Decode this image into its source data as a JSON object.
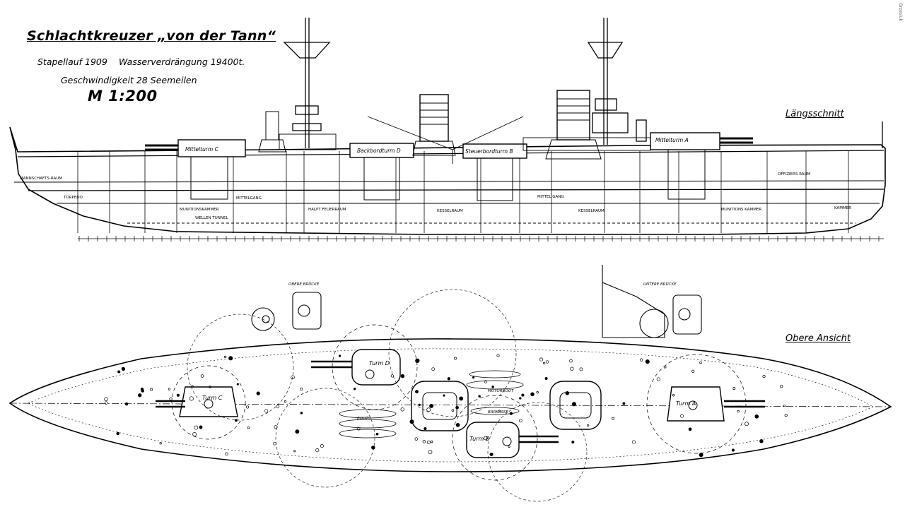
{
  "header": {
    "title": "Schlachtkreuzer „von der Tann“",
    "launch": "Stapellauf 1909",
    "displacement": "Wasserverdrängung 19400t.",
    "speed": "Geschwindigkeit 28 Seemeilen",
    "scale": "M 1:200"
  },
  "views": {
    "longitudinal": "Längsschnitt",
    "top": "Obere Ansicht"
  },
  "turrets": {
    "side": [
      "Mittelturm C",
      "Backbordturm D",
      "Steuerbordturm B",
      "Mittelturm A"
    ],
    "plan": [
      "Turm C",
      "Turm D",
      "Turm B",
      "Turm A"
    ]
  },
  "labels": {
    "side": [
      "MANNSCHAFTS-RAUM",
      "TORPEDO",
      "MITTELGANG",
      "MUNITIONSKAMMER",
      "WELLEN TUNNEL",
      "HALPT FEUERRAUM",
      "KESSELRAUM",
      "KESSELRAUM",
      "MITTEL GANG",
      "MUNITIONS KAMMER",
      "OFFIZIERS RAUM",
      "KAMMER"
    ],
    "plan": [
      "OBERE BRÜCKE",
      "UNTERE BRÜCKE",
      "MOTORBOOT",
      "BOOTS",
      "BARKASSE"
    ]
  },
  "credit": "Grzesiuk"
}
